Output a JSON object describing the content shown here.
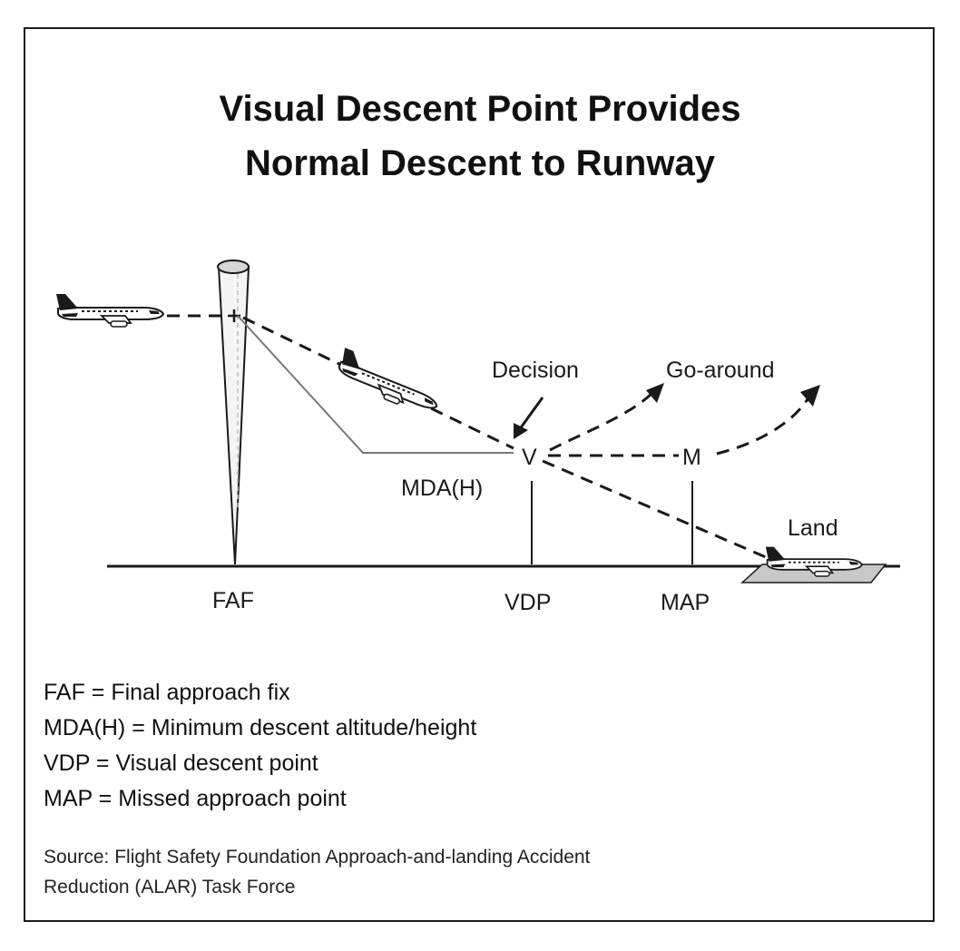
{
  "title": {
    "line1": "Visual Descent Point Provides",
    "line2": "Normal Descent to Runway"
  },
  "diagram": {
    "labels": {
      "decision": "Decision",
      "go_around": "Go-around",
      "vdp_marker": "V",
      "map_marker": "M",
      "mdah": "MDA(H)",
      "land": "Land",
      "faf": "FAF",
      "vdp": "VDP",
      "map": "MAP"
    },
    "icons": [
      "airplane-icon",
      "faf-beacon-cone-icon",
      "runway-icon",
      "arrow-icon"
    ],
    "colors": {
      "ink": "#1a1a1a",
      "runway_fill": "#c8c8c8",
      "mda_line": "#777777"
    }
  },
  "legend": [
    "FAF = Final approach fix",
    "MDA(H) = Minimum descent altitude/height",
    "VDP = Visual descent point",
    "MAP = Missed approach point"
  ],
  "source": {
    "line1": "Source: Flight Safety Foundation Approach-and-landing Accident",
    "line2": "Reduction (ALAR) Task Force"
  }
}
